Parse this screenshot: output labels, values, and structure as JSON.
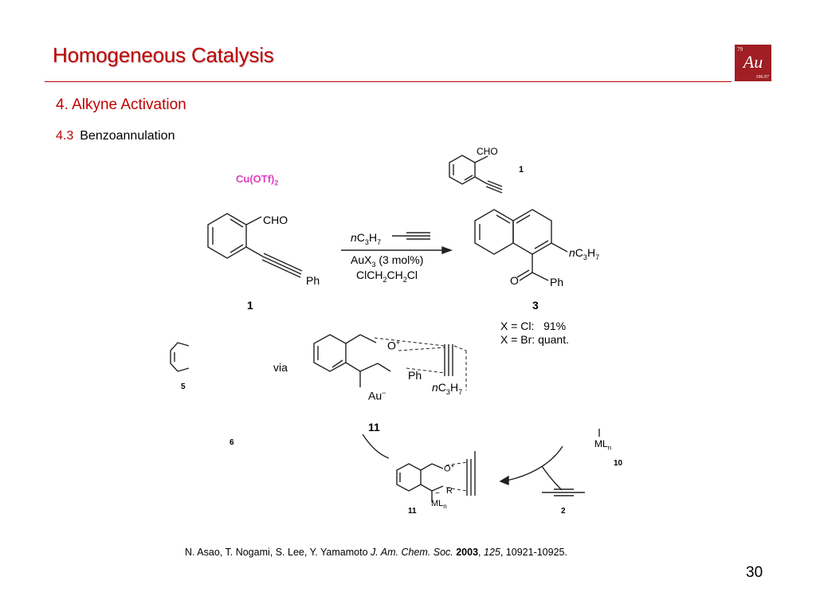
{
  "header": {
    "title": "Homogeneous Catalysis",
    "logo": {
      "atomic_number": "79",
      "symbol": "Au",
      "mass": "196.97",
      "color": "#a01e24"
    },
    "accent": "#c00000"
  },
  "section": {
    "title": "4. Alkyne Activation",
    "sub_number": "4.3",
    "sub_title": "Benzoannulation"
  },
  "top_scheme": {
    "catalyst": "Cu(OTf)",
    "catalyst_sub": "2",
    "compound_label": "1",
    "cho": "CHO"
  },
  "main_reaction": {
    "substituent_left": "CHO",
    "ph_left": "Ph",
    "reagent1_prefix": "n",
    "reagent1_c": "C",
    "reagent1_c_sub": "3",
    "reagent1_h": "H",
    "reagent1_h_sub": "7",
    "reagent2": "AuX",
    "reagent2_sub": "3",
    "reagent2_rest": " (3 mol%)",
    "reagent3": "ClCH",
    "reagent3_sub1": "2",
    "reagent3_mid": "CH",
    "reagent3_sub2": "2",
    "reagent3_end": "Cl",
    "product_chain_prefix": "n",
    "product_c": "C",
    "product_c_sub": "3",
    "product_h": "H",
    "product_h_sub": "7",
    "product_o": "O",
    "product_ph": "Ph",
    "label_start": "1",
    "label_product": "3",
    "yield1": "X = Cl:   91%",
    "yield2": "X = Br: quant."
  },
  "mechanism": {
    "via": "via",
    "intermediate": {
      "o_plus": "O",
      "plus": "+",
      "ph": "Ph",
      "au": "Au",
      "au_charge": "−",
      "chain_prefix": "n",
      "chain_c": "C",
      "chain_c_sub": "3",
      "chain_h": "H",
      "chain_h_sub": "7",
      "label": "11"
    },
    "label_5": "5",
    "label_6": "6",
    "label_10": "10",
    "label_11b": "11",
    "label_2": "2",
    "ml_n": "ML",
    "ml_sub": "n",
    "r": "R",
    "plus": "+",
    "o": "O",
    "minus": "−"
  },
  "reference": {
    "authors": "N. Asao, T. Nogami, S. Lee, Y. Yamamoto ",
    "journal": "J. Am. Chem. Soc.",
    "year": "2003",
    "volume": "125",
    "pages": ", 10921-10925."
  },
  "page_number": "30"
}
